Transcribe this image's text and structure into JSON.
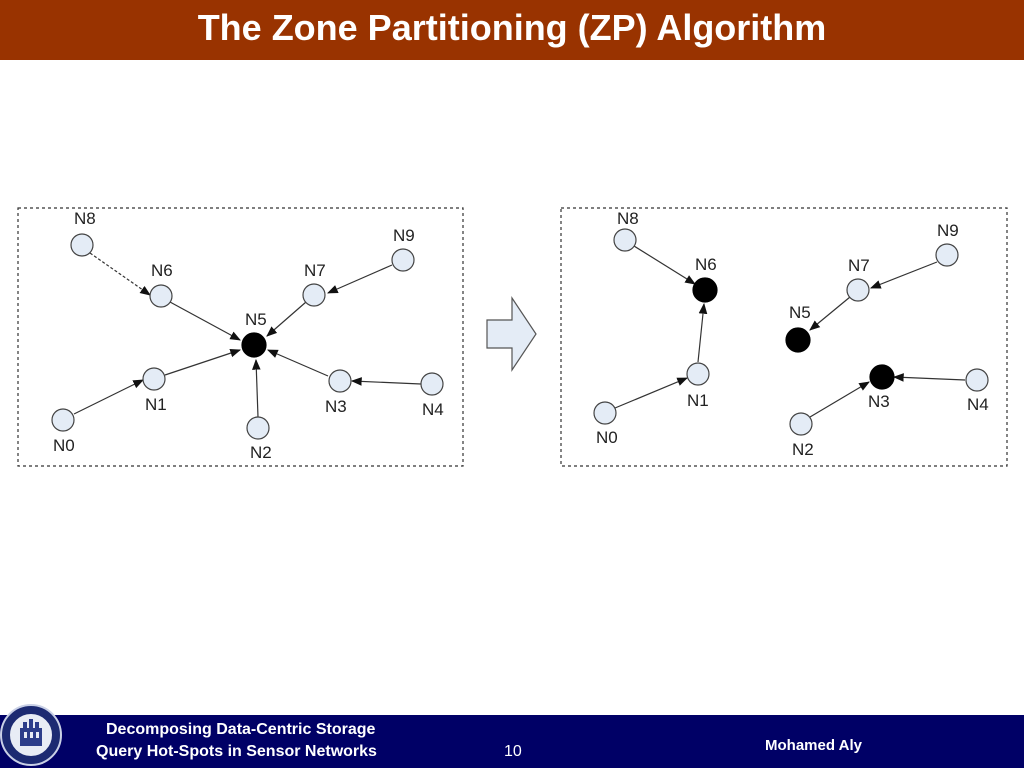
{
  "slide": {
    "title": "The Zone Partitioning (ZP) Algorithm",
    "colors": {
      "title_bar": "#993300",
      "footer_bar": "#000066",
      "node_fill": "#e4ecf6",
      "leader_fill": "#000000"
    }
  },
  "diagram": {
    "before": {
      "nodes": [
        {
          "label": "N8",
          "leader": false
        },
        {
          "label": "N6",
          "leader": false
        },
        {
          "label": "N5",
          "leader": true
        },
        {
          "label": "N7",
          "leader": false
        },
        {
          "label": "N9",
          "leader": false
        },
        {
          "label": "N1",
          "leader": false
        },
        {
          "label": "N0",
          "leader": false
        },
        {
          "label": "N2",
          "leader": false
        },
        {
          "label": "N3",
          "leader": false
        },
        {
          "label": "N4",
          "leader": false
        }
      ]
    },
    "transition_icon": "right-arrow-icon",
    "after": {
      "nodes": [
        {
          "label": "N8",
          "leader": false
        },
        {
          "label": "N6",
          "leader": true
        },
        {
          "label": "N7",
          "leader": false
        },
        {
          "label": "N9",
          "leader": false
        },
        {
          "label": "N5",
          "leader": true
        },
        {
          "label": "N1",
          "leader": false
        },
        {
          "label": "N0",
          "leader": false
        },
        {
          "label": "N3",
          "leader": true
        },
        {
          "label": "N4",
          "leader": false
        },
        {
          "label": "N2",
          "leader": false
        }
      ]
    }
  },
  "footer": {
    "line1": "Decomposing Data-Centric Storage",
    "line2": "Query Hot-Spots in Sensor Networks",
    "page_number": "10",
    "author": "Mohamed Aly",
    "logo": "university-seal-icon"
  }
}
